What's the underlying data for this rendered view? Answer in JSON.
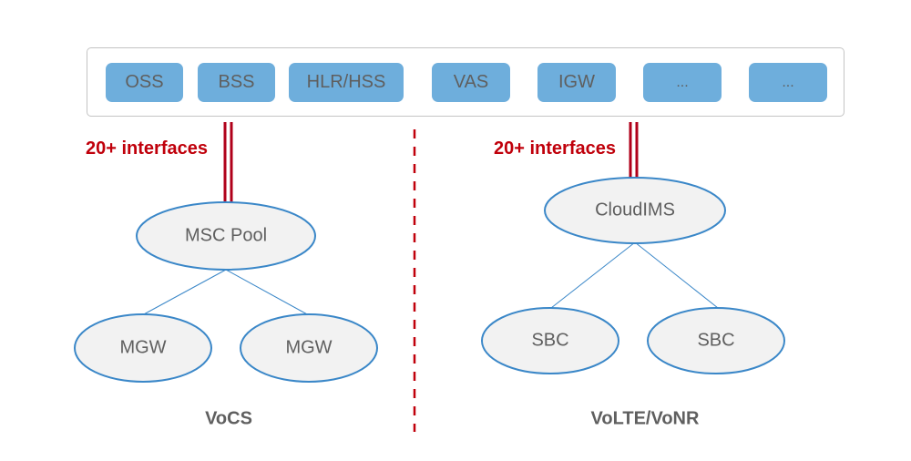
{
  "systems_bar": {
    "items": [
      {
        "label": "OSS"
      },
      {
        "label": "BSS"
      },
      {
        "label": "HLR/HSS"
      },
      {
        "label": "VAS"
      },
      {
        "label": "IGW"
      },
      {
        "label": "..."
      },
      {
        "label": "..."
      }
    ]
  },
  "left": {
    "interfaces_label": "20+ interfaces",
    "core_node": "MSC Pool",
    "edge_nodes": [
      "MGW",
      "MGW"
    ],
    "domain_label": "VoCS"
  },
  "right": {
    "interfaces_label": "20+ interfaces",
    "core_node": "CloudIMS",
    "edge_nodes": [
      "SBC",
      "SBC"
    ],
    "domain_label": "VoLTE/VoNR"
  },
  "colors": {
    "box_fill": "#6eaedc",
    "node_fill": "#f2f2f2",
    "node_stroke": "#3a87c8",
    "accent_red": "#c0000b",
    "text_gray": "#5f5f5f"
  }
}
